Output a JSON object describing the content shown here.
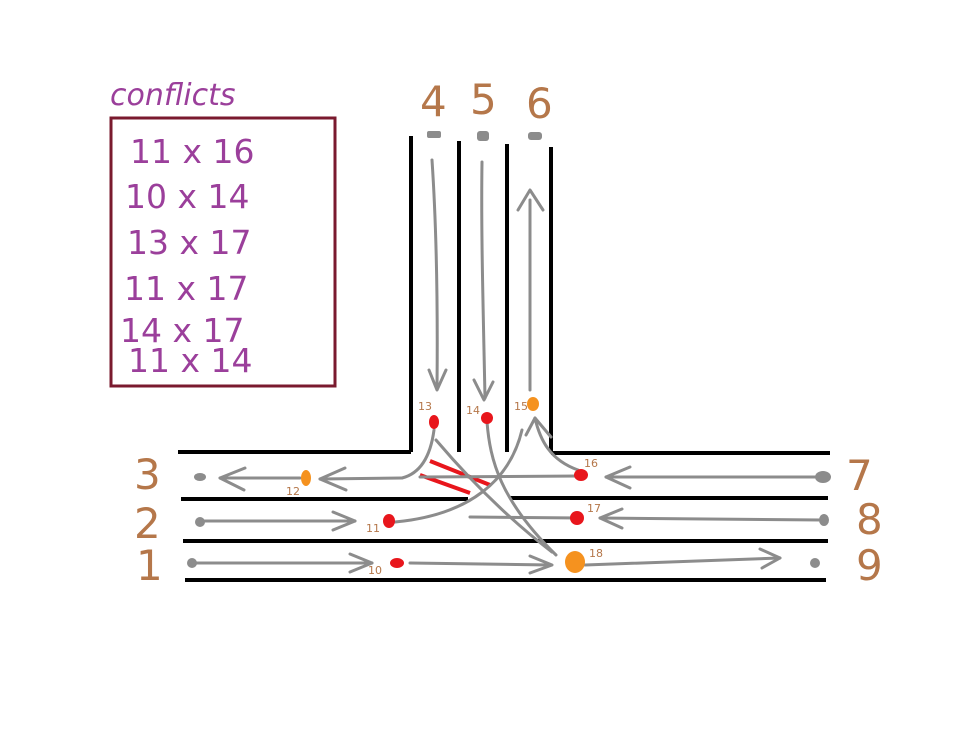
{
  "conflicts": {
    "title": "conflicts",
    "items": [
      "11 x 16",
      "10 x 14",
      "13 x 17",
      "11 x 17",
      "14 x 17",
      "11 x 14"
    ]
  },
  "lane_numbers": [
    "1",
    "2",
    "3",
    "4",
    "5",
    "6",
    "7",
    "8",
    "9"
  ],
  "nodes": [
    {
      "id": "10",
      "kind": "conflict"
    },
    {
      "id": "11",
      "kind": "conflict"
    },
    {
      "id": "12",
      "kind": "merge"
    },
    {
      "id": "13",
      "kind": "conflict"
    },
    {
      "id": "14",
      "kind": "conflict"
    },
    {
      "id": "15",
      "kind": "merge"
    },
    {
      "id": "16",
      "kind": "conflict"
    },
    {
      "id": "17",
      "kind": "conflict"
    },
    {
      "id": "18",
      "kind": "merge"
    }
  ],
  "colors": {
    "road": "#000000",
    "path": "#8c8c8c",
    "conflict_node": "#e8161c",
    "merge_node": "#f5921f",
    "conflicts_box": "#7a1a2e",
    "conflicts_text": "#9b3f9b",
    "lane_numbers": "#b5774a",
    "highlight": "#e8161c"
  }
}
